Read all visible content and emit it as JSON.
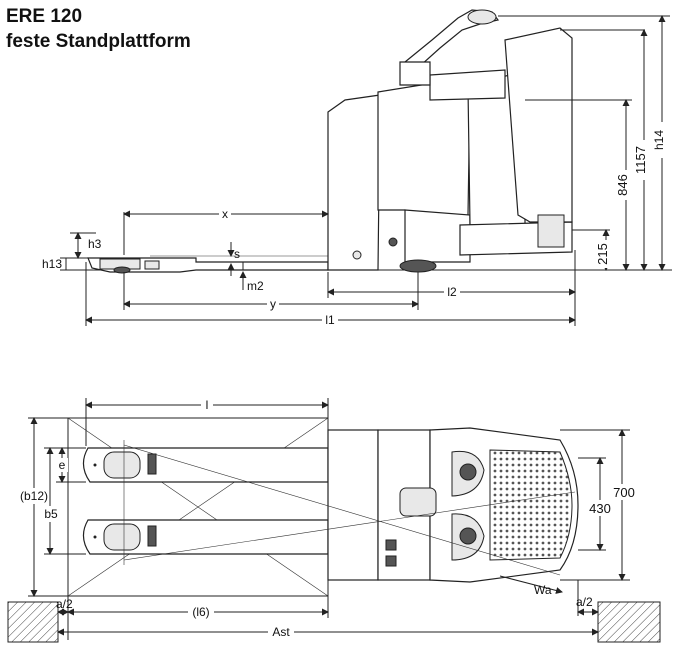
{
  "title": {
    "line1": "ERE 120",
    "line2": "feste Standplattform"
  },
  "side_view": {
    "labels": {
      "x": "x",
      "h3": "h3",
      "h13": "h13",
      "s": "s",
      "m2": "m2",
      "y": "y",
      "l2": "l2",
      "l1": "l1",
      "h14": "h14",
      "v1157": "1157",
      "v846": "846",
      "v215": "215"
    }
  },
  "top_view": {
    "labels": {
      "l": "l",
      "e": "e",
      "b12": "(b12)",
      "b5": "b5",
      "v700": "700",
      "v430": "430",
      "wa": "Wa",
      "a2_left": "a/2",
      "a2_right": "a/2",
      "l6": "(l6)",
      "ast": "Ast"
    }
  },
  "colors": {
    "line": "#222222",
    "fill_light": "#e8e8e8",
    "fill_dark": "#555555"
  }
}
